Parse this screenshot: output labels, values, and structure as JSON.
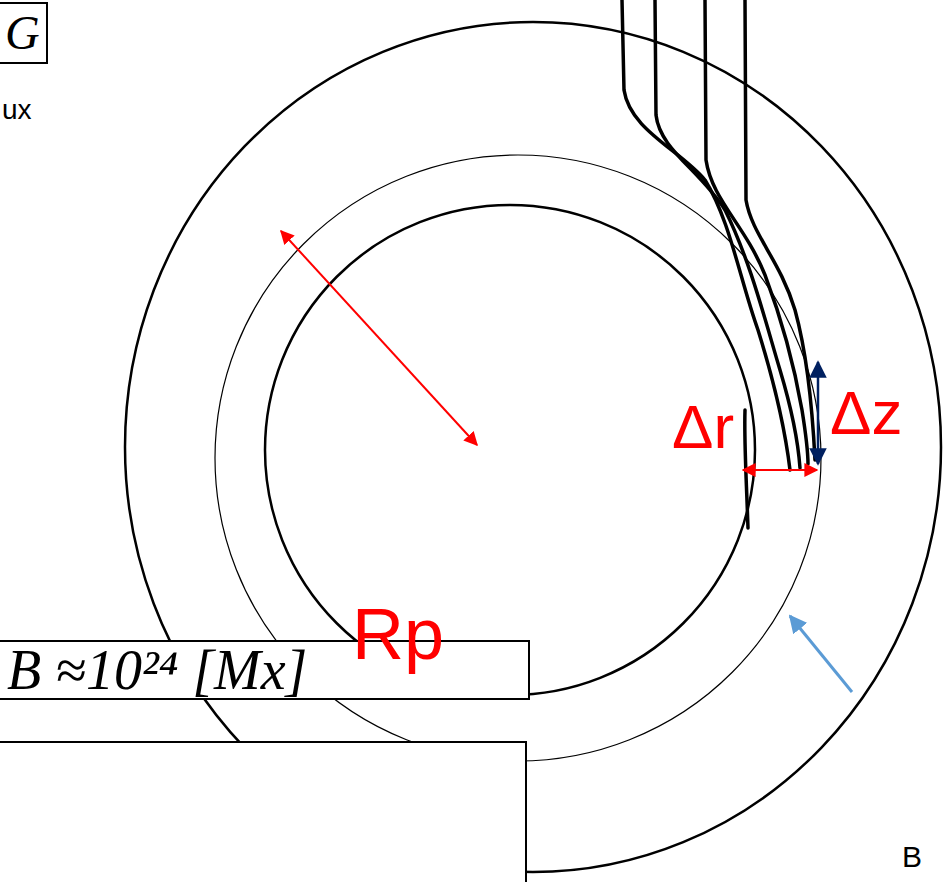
{
  "diagram": {
    "nodes": [
      {
        "text": [
          "G"
        ]
      },
      {
        "text": [
          "B ≈10²⁴ [Mx]"
        ]
      }
    ],
    "labels": [
      "ux",
      "Rp",
      "Δr",
      "Δz",
      "B"
    ]
  }
}
